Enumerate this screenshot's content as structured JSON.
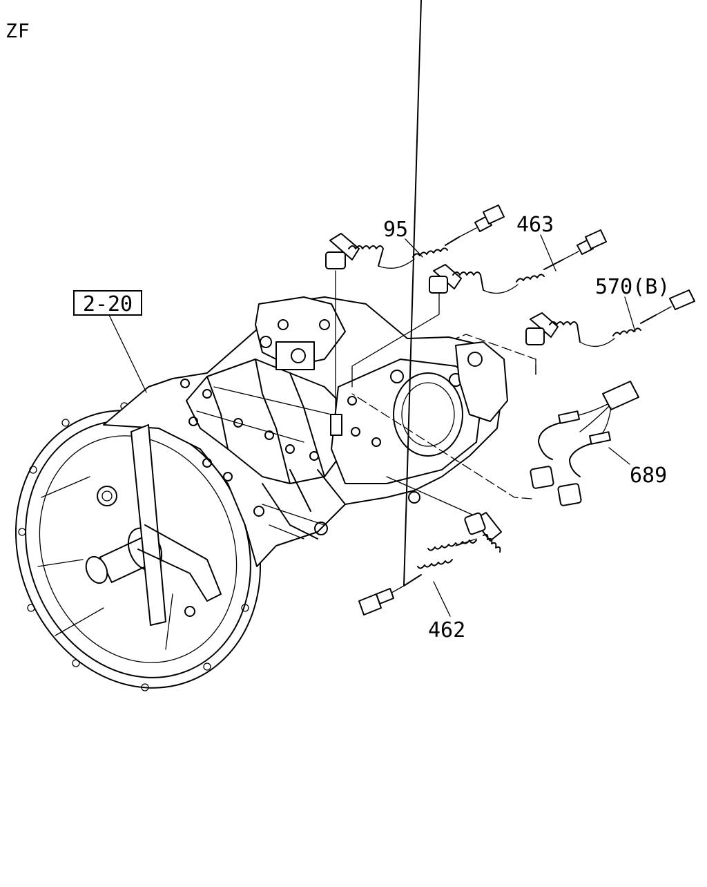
{
  "header": {
    "corner_label": "ZF"
  },
  "callouts": {
    "ref_box": "2-20",
    "part_95": "95",
    "part_463": "463",
    "part_570": "570(B)",
    "part_689": "689",
    "part_462": "462"
  }
}
